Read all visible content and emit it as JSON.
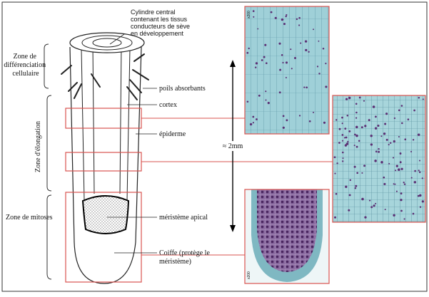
{
  "zones": {
    "differentiation": [
      "Zone de",
      "différenciation",
      "cellulaire"
    ],
    "elongation": "Zone d'élongation",
    "mitosis": "Zone de mitoses"
  },
  "labels": {
    "central_cylinder": [
      "Cylindre central",
      "contenant les tissus",
      "conducteurs de sève",
      "en développement"
    ],
    "root_hairs": "poils absorbants",
    "cortex": "cortex",
    "epidermis": "épiderme",
    "apical_meristem": "méristème apical",
    "root_cap": [
      "Coiffe (protège le",
      "méristème)"
    ]
  },
  "scale": {
    "label": "≈ 2mm"
  },
  "micrographs": {
    "top_mark": "x200",
    "bottom_mark": "x200"
  },
  "colors": {
    "frame_red": "#d9534f",
    "tissue_blue": "#8ac4cf",
    "nucleus_purple": "#5b2f74"
  }
}
